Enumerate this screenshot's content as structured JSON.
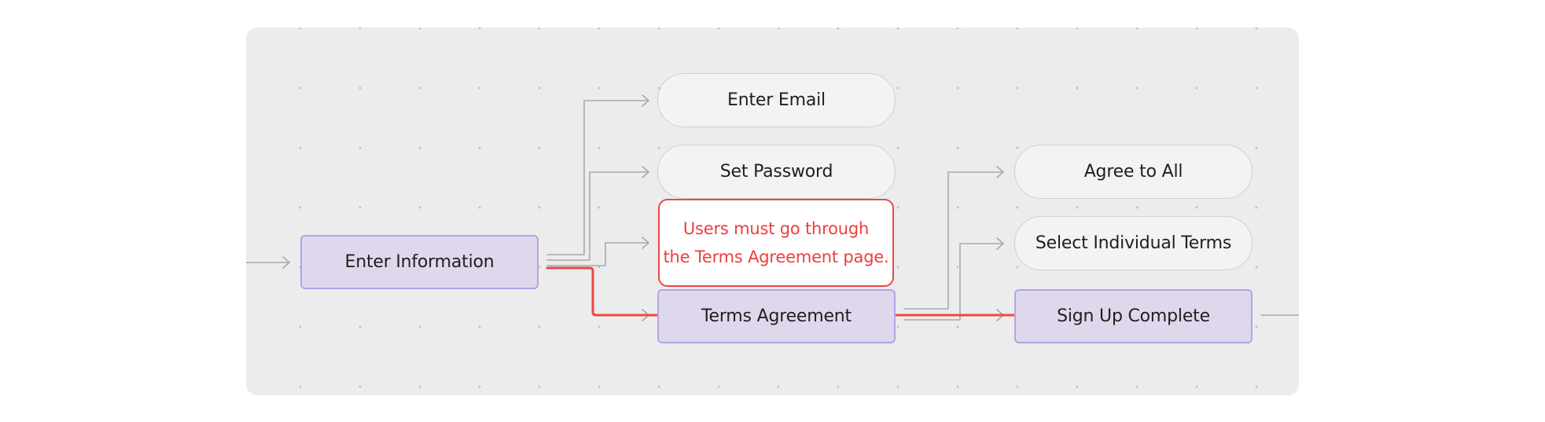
{
  "nodes": {
    "enter_information": "Enter Information",
    "enter_email": "Enter Email",
    "set_password": "Set Password",
    "note_line_1": "Users must go through",
    "note_line_2": "the Terms Agreement page.",
    "terms_agreement": "Terms Agreement",
    "agree_to_all": "Agree to All",
    "select_individual_terms": "Select Individual Terms",
    "sign_up_complete": "Sign Up Complete"
  },
  "colors": {
    "canvas": "#ececec",
    "highlight": "#ef4646",
    "process_fill": "#dfd8ec",
    "process_border": "#b3a3e4",
    "connector": "#a8a8a8"
  }
}
